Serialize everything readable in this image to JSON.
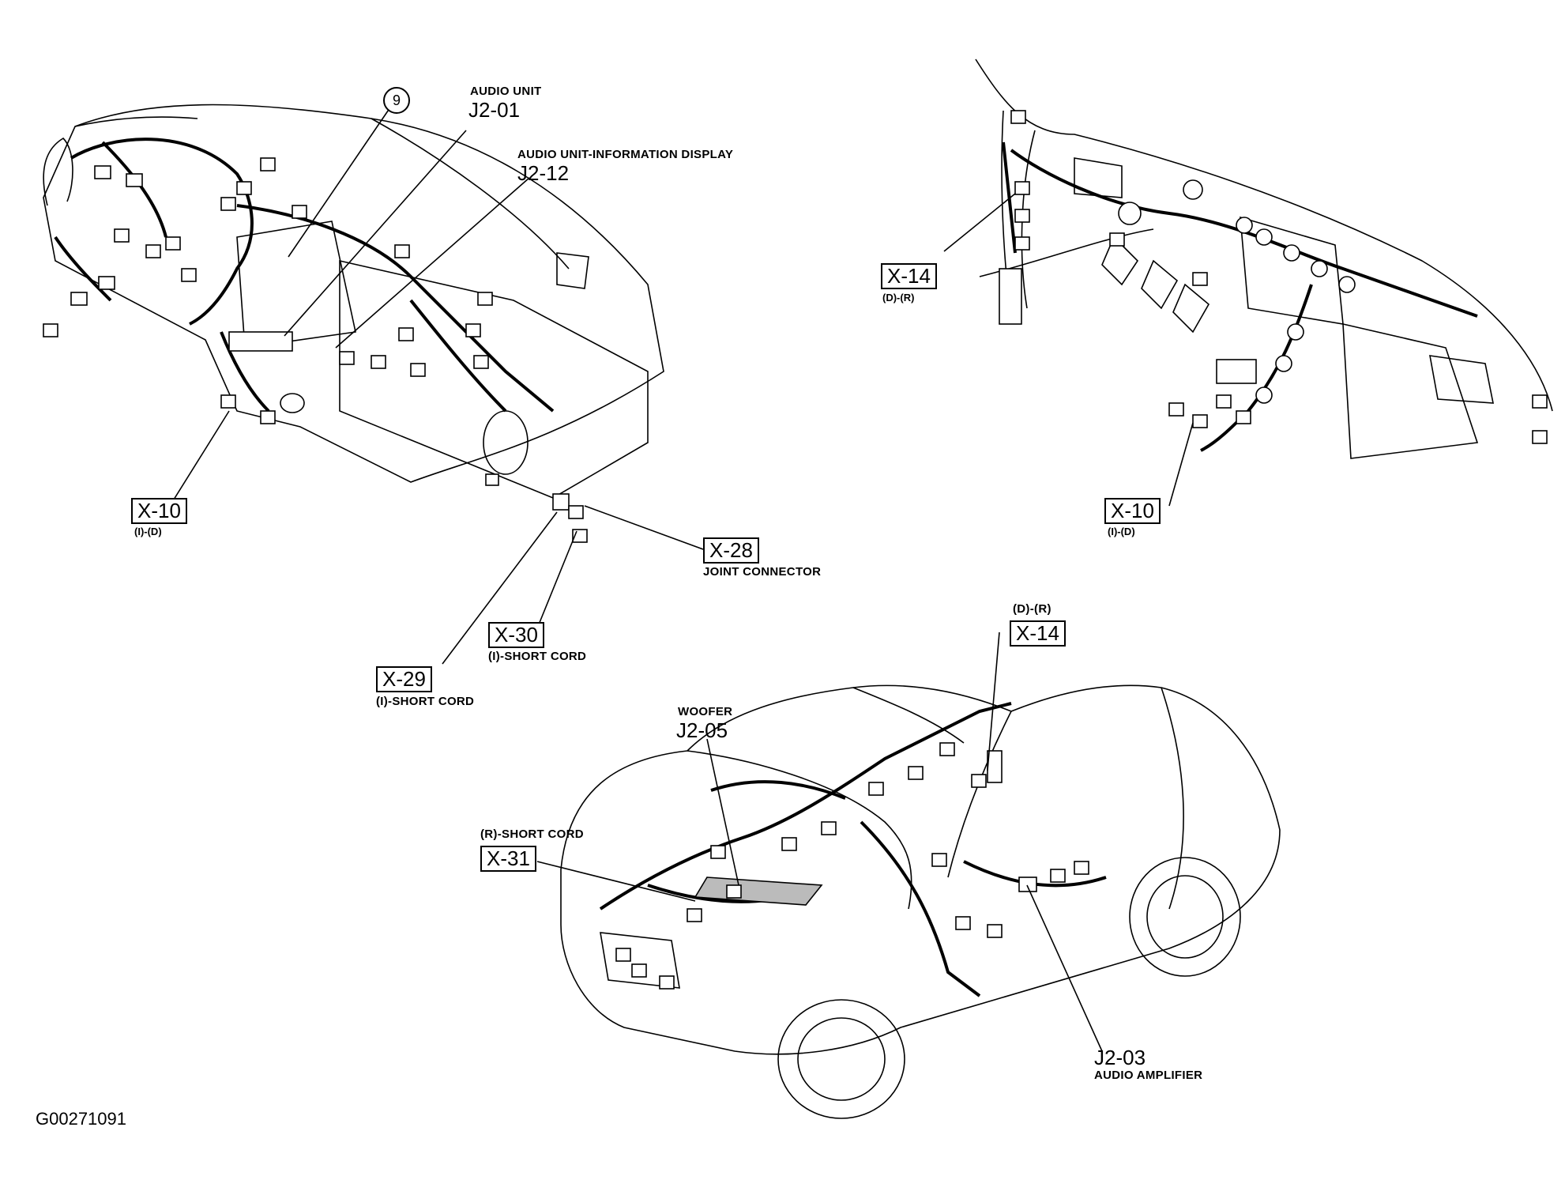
{
  "figure_id": "G00271091",
  "callouts": {
    "item_9": "9",
    "audio_unit": {
      "title": "AUDIO UNIT",
      "code": "J2-01"
    },
    "audio_unit_info_display": {
      "title": "AUDIO UNIT-INFORMATION DISPLAY",
      "code": "J2-12"
    },
    "x10_left": {
      "code": "X-10",
      "sub": "(I)-(D)"
    },
    "x28": {
      "code": "X-28",
      "sub": "JOINT CONNECTOR"
    },
    "x30": {
      "code": "X-30",
      "sub": "(I)-SHORT CORD"
    },
    "x29": {
      "code": "X-29",
      "sub": "(I)-SHORT CORD"
    },
    "x14_right": {
      "code": "X-14",
      "sub": "(D)-(R)"
    },
    "x10_right": {
      "code": "X-10",
      "sub": "(I)-(D)"
    },
    "x14_car": {
      "code": "X-14",
      "sub": "(D)-(R)"
    },
    "woofer": {
      "title": "WOOFER",
      "code": "J2-05"
    },
    "x31": {
      "code": "X-31",
      "sub": "(R)-SHORT CORD"
    },
    "audio_amplifier": {
      "code": "J2-03",
      "title": "AUDIO AMPLIFIER"
    }
  }
}
